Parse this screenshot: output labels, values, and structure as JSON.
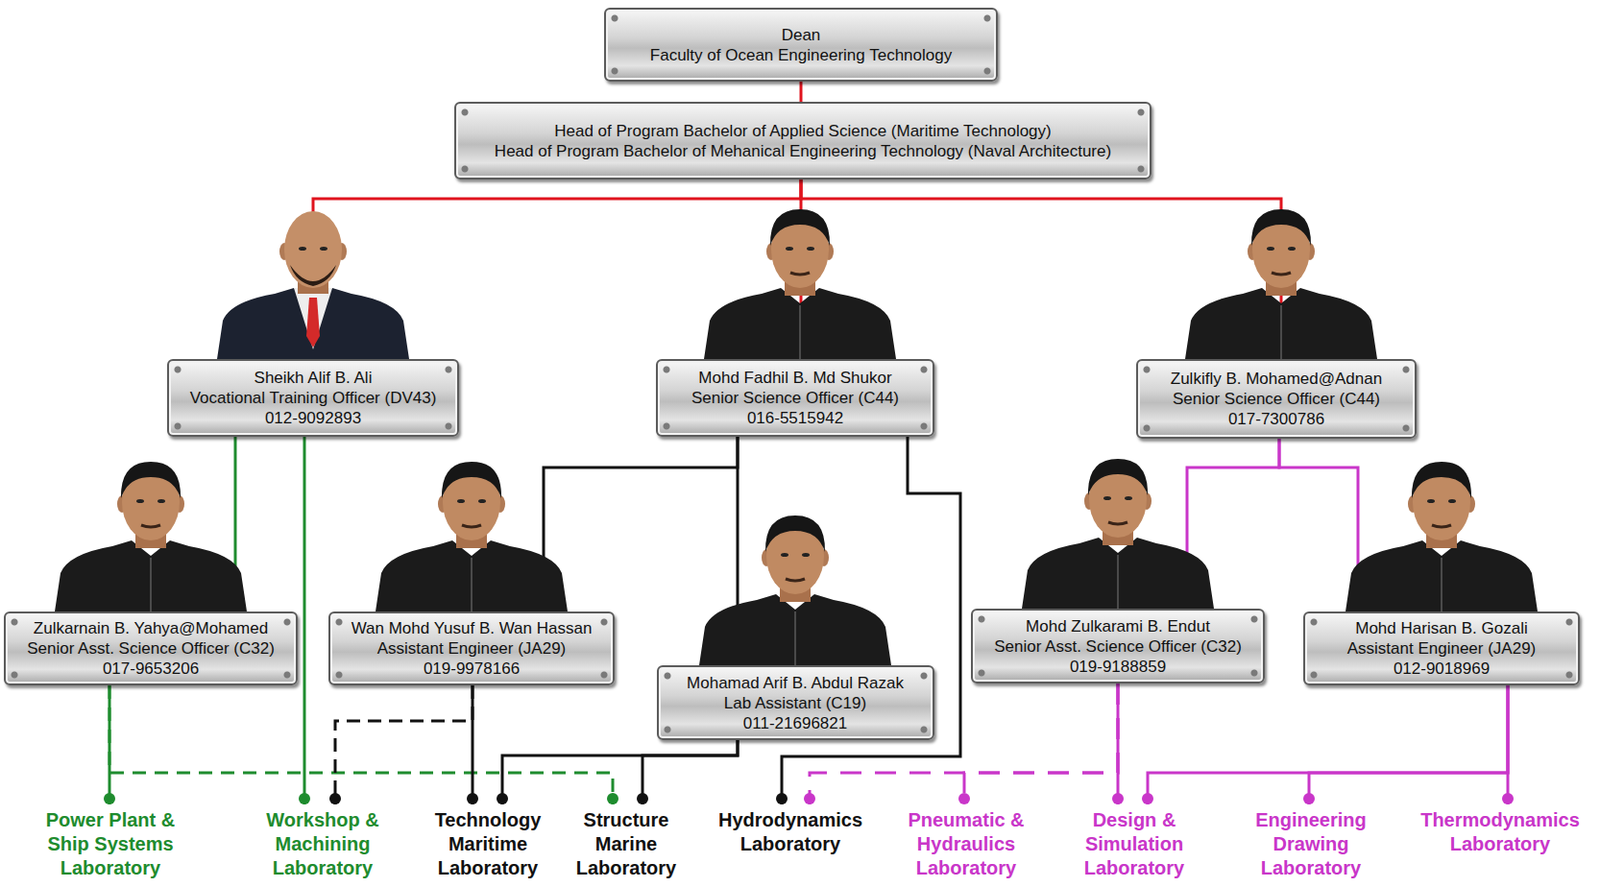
{
  "diagram": {
    "nodes": [
      {
        "text": [
          "Dean",
          "Faculty of Ocean Engineering Technology"
        ]
      },
      {
        "text": [
          "Head of Program Bachelor of Applied Science (Maritime Technology)",
          "Head of Program Bachelor of Mehanical Engineering Technology (Naval Architecture)"
        ]
      },
      {
        "text": [
          "Sheikh Alif B. Ali",
          "Vocational Training Officer (DV43)",
          "012-9092893"
        ]
      },
      {
        "text": [
          "Mohd Fadhil B. Md Shukor",
          "Senior Science Officer (C44)",
          "016-5515942"
        ]
      },
      {
        "text": [
          "Zulkifly B. Mohamed@Adnan",
          "Senior Science Officer (C44)",
          "017-7300786"
        ]
      },
      {
        "text": [
          "Zulkarnain B. Yahya@Mohamed",
          "Senior Asst. Science Officer (C32)",
          "017-9653206"
        ]
      },
      {
        "text": [
          "Wan Mohd Yusuf B. Wan Hassan",
          "Assistant Engineer (JA29)",
          "019-9978166"
        ]
      },
      {
        "text": [
          "Mohamad Arif B. Abdul Razak",
          "Lab Assistant (C19)",
          "011-21696821"
        ]
      },
      {
        "text": [
          "Mohd Zulkarami B. Endut",
          "Senior Asst. Science Officer (C32)",
          "019-9188859"
        ]
      },
      {
        "text": [
          "Mohd Harisan B. Gozali",
          "Assistant Engineer (JA29)",
          "012-9018969"
        ]
      },
      {
        "text": [
          "Power Plant & Ship Systems Laboratory"
        ]
      },
      {
        "text": [
          "Workshop & Machining Laboratory"
        ]
      },
      {
        "text": [
          "Technology Maritime Laboratory"
        ]
      },
      {
        "text": [
          "Structure Marine Laboratory"
        ]
      },
      {
        "text": [
          "Hydrodynamics Laboratory"
        ]
      },
      {
        "text": [
          "Pneumatic & Hydraulics Laboratory"
        ]
      },
      {
        "text": [
          "Design & Simulation Laboratory"
        ]
      },
      {
        "text": [
          "Engineering Drawing Laboratory"
        ]
      },
      {
        "text": [
          "Thermodynamics Laboratory"
        ]
      }
    ],
    "edges": [
      {
        "from": 0,
        "to": 1,
        "arrow": "none"
      },
      {
        "from": 1,
        "to": 2,
        "arrow": "none"
      },
      {
        "from": 1,
        "to": 3,
        "arrow": "none"
      },
      {
        "from": 1,
        "to": 4,
        "arrow": "none"
      },
      {
        "from": 2,
        "to": 5,
        "arrow": "none"
      },
      {
        "from": 2,
        "to": 11,
        "arrow": "none"
      },
      {
        "from": 5,
        "to": 10,
        "arrow": "none"
      },
      {
        "from": 5,
        "to": 13,
        "arrow": "none"
      },
      {
        "from": 3,
        "to": 6,
        "arrow": "none"
      },
      {
        "from": 3,
        "to": 7,
        "arrow": "none"
      },
      {
        "from": 3,
        "to": 14,
        "arrow": "none"
      },
      {
        "from": 6,
        "to": 12,
        "arrow": "none"
      },
      {
        "from": 6,
        "to": 11,
        "arrow": "none"
      },
      {
        "from": 7,
        "to": 12,
        "arrow": "none"
      },
      {
        "from": 7,
        "to": 13,
        "arrow": "none"
      },
      {
        "from": 4,
        "to": 8,
        "arrow": "none"
      },
      {
        "from": 4,
        "to": 9,
        "arrow": "none"
      },
      {
        "from": 8,
        "to": 16,
        "arrow": "none"
      },
      {
        "from": 8,
        "to": 15,
        "arrow": "none"
      },
      {
        "from": 8,
        "to": 14,
        "arrow": "none"
      },
      {
        "from": 9,
        "to": 18,
        "arrow": "none"
      },
      {
        "from": 9,
        "to": 17,
        "arrow": "none"
      },
      {
        "from": 9,
        "to": 16,
        "arrow": "none"
      }
    ]
  }
}
